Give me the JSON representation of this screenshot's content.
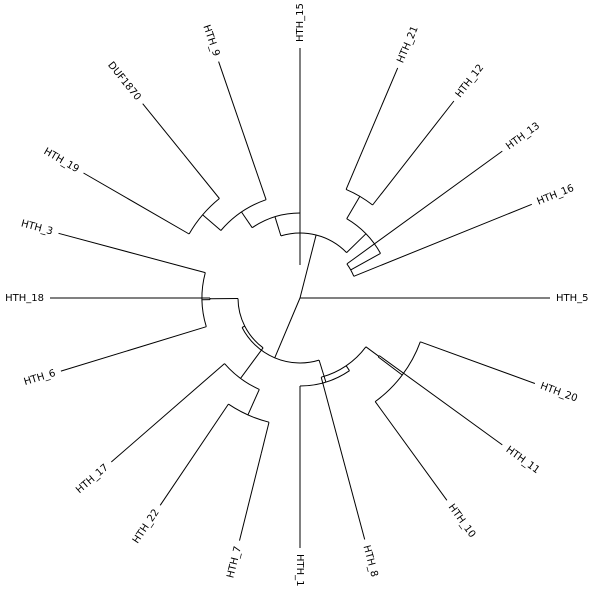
{
  "tree": {
    "type": "circular-dendrogram",
    "line_color": "#000000",
    "leaves": [
      "HTH_5",
      "HTH_16",
      "HTH_13",
      "HTH_12",
      "HTH_21",
      "HTH_15",
      "HTH_9",
      "DUF1870",
      "HTH_19",
      "HTH_3",
      "HTH_18",
      "HTH_6",
      "HTH_17",
      "HTH_22",
      "HTH_7",
      "HTH_1",
      "HTH_8",
      "HTH_10",
      "HTH_11",
      "HTH_20"
    ]
  }
}
